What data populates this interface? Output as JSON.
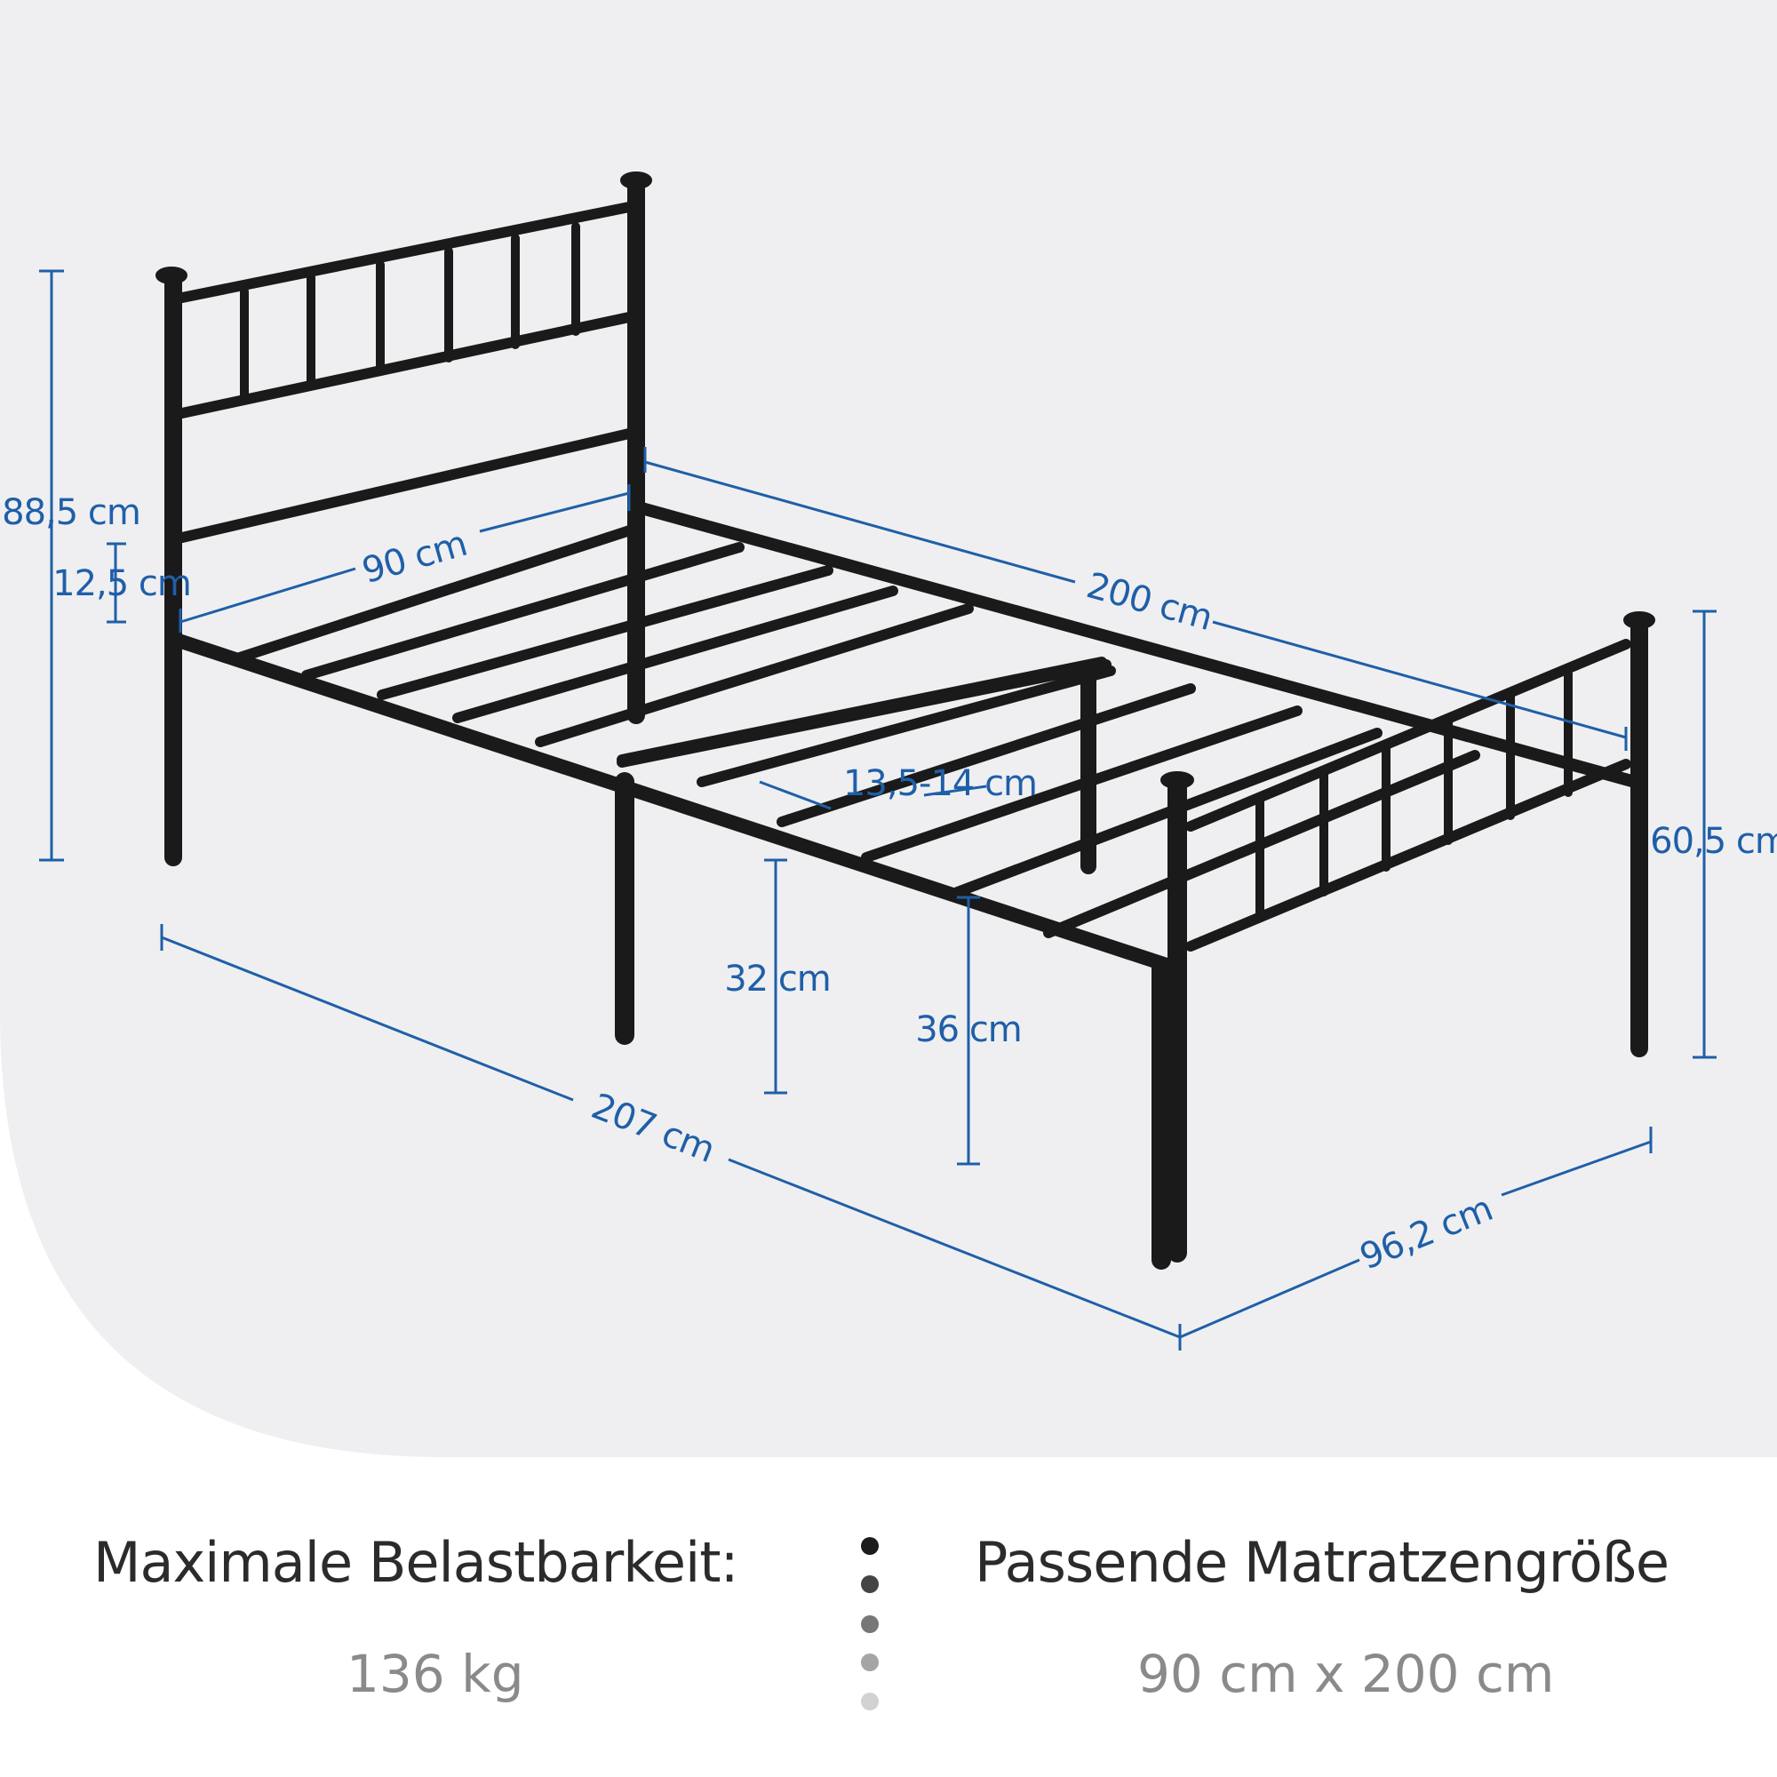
{
  "dimensions": {
    "headboard_height": "88,5 cm",
    "clearance_top": "12,5 cm",
    "width": "90 cm",
    "length": "200 cm",
    "footboard_height": "60,5 cm",
    "slat_gap": "13,5-14 cm",
    "under_bed_clearance": "32 cm",
    "frame_height": "36 cm",
    "total_length": "207 cm",
    "total_width": "96,2 cm"
  },
  "footer": {
    "max_load_label": "Maximale Belastbarkeit:",
    "max_load_value": "136 kg",
    "mattress_label": "Passende Matratzengröße",
    "mattress_value": "90 cm x 200 cm"
  },
  "colors": {
    "background_panel": "#efeff1",
    "frame": "#1a1a1a",
    "dimension_lines": "#1f5fa8"
  }
}
